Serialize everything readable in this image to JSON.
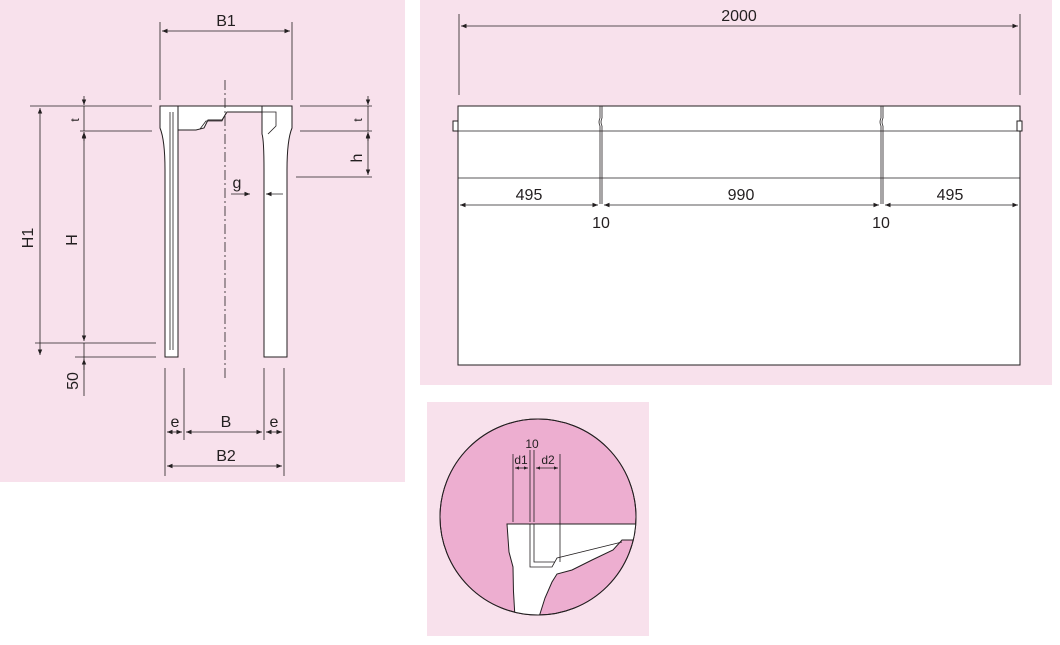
{
  "section_view": {
    "labels": {
      "b1": "B1",
      "b2": "B2",
      "b": "B",
      "e_left": "e",
      "e_right": "e",
      "h1": "H1",
      "h_big": "H",
      "h_small": "h",
      "t_left": "t",
      "t_right": "t",
      "g": "g",
      "fifty": "50"
    }
  },
  "elevation_view": {
    "total_length": "2000",
    "segments": [
      "495",
      "990",
      "495"
    ],
    "gaps": [
      "10",
      "10"
    ]
  },
  "detail_view": {
    "gap": "10",
    "d1": "d1",
    "d2": "d2"
  },
  "colors": {
    "panel_background": "#f8e1ec",
    "detail_circle": "#edaed0",
    "line": "#231f20",
    "part_fill": "#ffffff"
  }
}
